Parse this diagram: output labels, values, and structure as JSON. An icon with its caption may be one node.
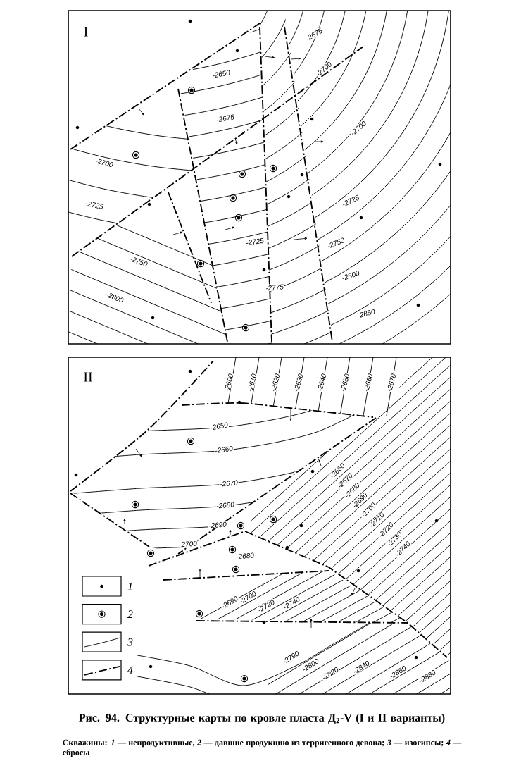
{
  "diagram": {
    "caption": "Рис. 94. Структурные карты по кровле пласта Д$_{2}$-V (I и II варианты)",
    "labels": [
      "I",
      "-2675",
      "-2650",
      "-2700",
      "-2675",
      "-2700",
      "-2700",
      "-2725",
      "-2725",
      "-2725",
      "-2750",
      "-2750",
      "-2800",
      "-2775",
      "-2800",
      "-2850",
      "II",
      "-2600",
      "-2610",
      "-2620",
      "-2630",
      "-2640",
      "-2650",
      "-2660",
      "-2670",
      "-2650",
      "-2660",
      "-2660",
      "-2670",
      "-2670",
      "-2680",
      "-2690",
      "-2680",
      "-2700",
      "-2710",
      "-2690",
      "-2720",
      "-2730",
      "-2700",
      "-2740",
      "-2680",
      "-2690",
      "-2700",
      "-2720",
      "-2740",
      "-2790",
      "-2800",
      "-2820",
      "-2840",
      "-2860",
      "-2880",
      "Скважины: *1* — непродуктивные, *2* — давшие продукцию из терригенного девона; *3* — изогипсы; *4* — сбросы"
    ],
    "legend": [
      {
        "text": "1"
      },
      {
        "text": "2"
      },
      {
        "text": "3"
      },
      {
        "text": "4"
      }
    ]
  }
}
